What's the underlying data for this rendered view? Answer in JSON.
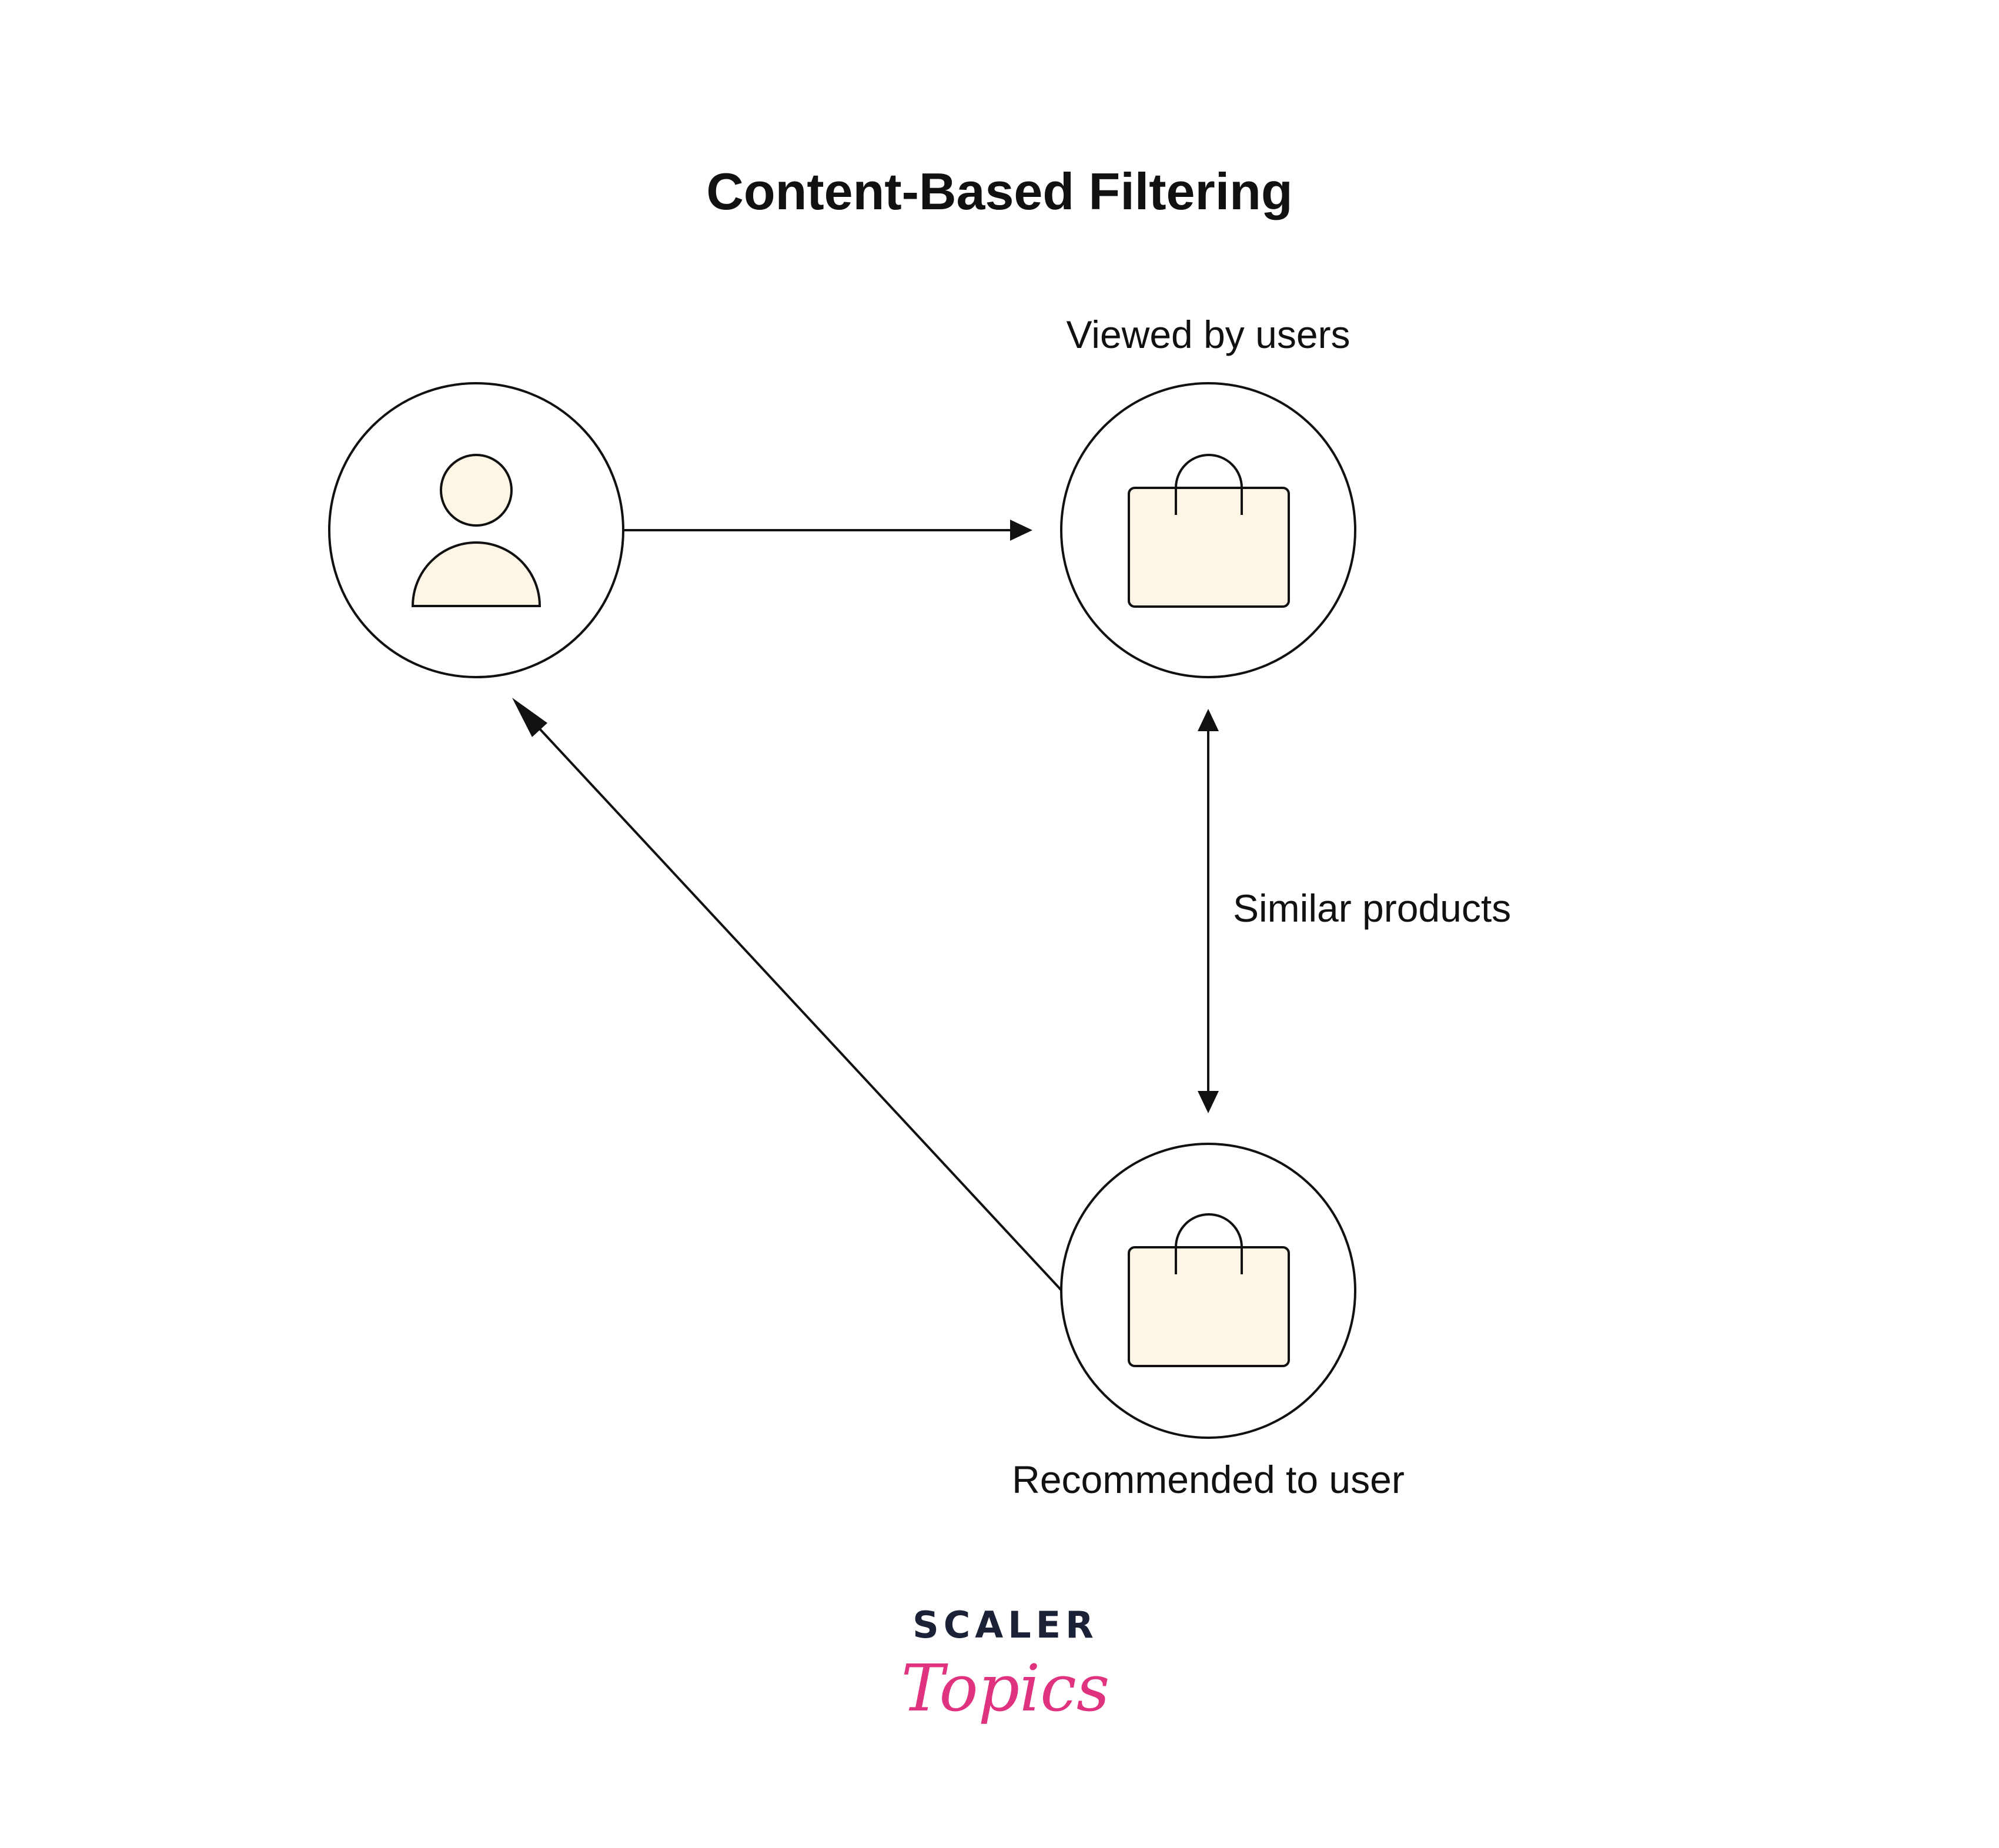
{
  "title": "Content-Based Filtering",
  "nodes": {
    "user": {
      "icon": "user-icon",
      "label": ""
    },
    "viewed": {
      "icon": "shopping-bag-icon",
      "label": "Viewed by users"
    },
    "recommended": {
      "icon": "shopping-bag-icon",
      "label": "Recommended to user"
    }
  },
  "edges": {
    "user_to_viewed": {
      "label": ""
    },
    "viewed_recommended": {
      "label": "Similar products"
    },
    "recommended_to_user": {
      "label": ""
    }
  },
  "brand": {
    "top": "SCALER",
    "bottom": "Topics"
  },
  "colors": {
    "icon_fill": "#fdf5e6",
    "stroke": "#111111",
    "brand_top": "#1b2238",
    "brand_bottom": "#e0337f"
  }
}
